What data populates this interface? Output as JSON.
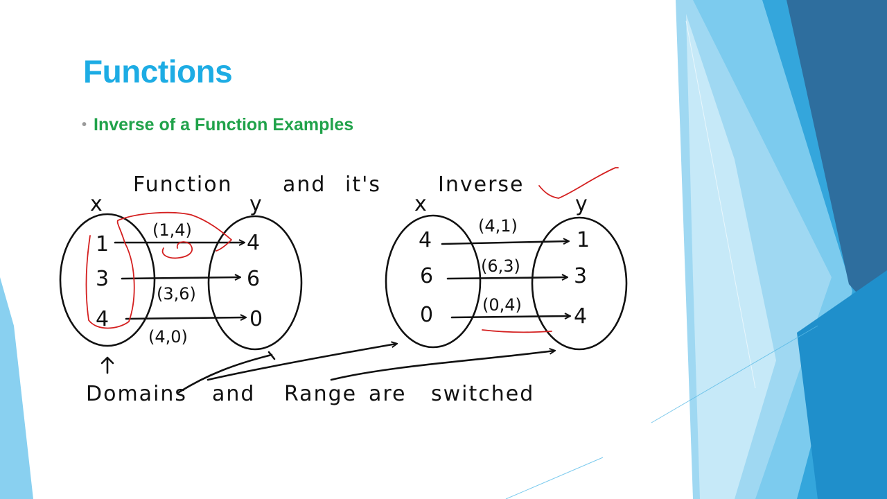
{
  "slide": {
    "title": "Functions",
    "bullet": "Inverse of a Function Examples",
    "accent_color": "#1DACE4",
    "bullet_color": "#20A24A"
  },
  "drawing": {
    "heading": {
      "w1": "Function",
      "w2": "and",
      "w3": "it's",
      "w4": "Inverse"
    },
    "left": {
      "x_label": "x",
      "y_label": "y",
      "domain": [
        "1",
        "3",
        "4"
      ],
      "range": [
        "4",
        "6",
        "0"
      ],
      "pairs": [
        "(1,4)",
        "(3,6)",
        "(4,0)"
      ]
    },
    "right": {
      "x_label": "x",
      "y_label": "y",
      "domain": [
        "4",
        "6",
        "0"
      ],
      "range": [
        "1",
        "3",
        "4"
      ],
      "pairs": [
        "(4,1)",
        "(6,3)",
        "(0,4)"
      ]
    },
    "caption": {
      "w1": "Domains",
      "w2": "and",
      "w3": "Range",
      "w4": "are",
      "w5": "switched"
    }
  }
}
